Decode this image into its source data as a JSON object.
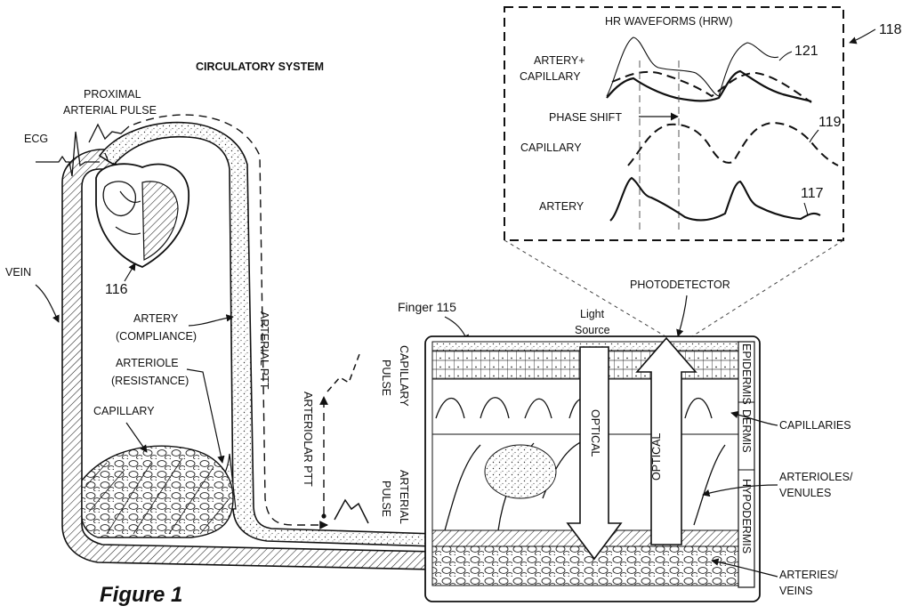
{
  "title": "CIRCULATORY SYSTEM",
  "figure_label": "Figure 1",
  "ref_116": "116",
  "ref_117": "117",
  "ref_118": "118",
  "ref_119": "119",
  "ref_121": "121",
  "left_labels": {
    "ecg": "ECG",
    "proximal_1": "PROXIMAL",
    "proximal_2": "ARTERIAL PULSE",
    "vein": "VEIN",
    "artery_1": "ARTERY",
    "artery_2": "(COMPLIANCE)",
    "arteriole_1": "ARTERIOLE",
    "arteriole_2": "(RESISTANCE)",
    "capillary": "CAPILLARY"
  },
  "ptt": {
    "arterial_ptt": "ARTERIAL PTT",
    "arteriolar_ptt": "ARTERIOLAR PTT",
    "capillary_pulse_1": "CAPILLARY",
    "capillary_pulse_2": "PULSE",
    "arterial_pulse_1": "ARTERIAL",
    "arterial_pulse_2": "PULSE"
  },
  "waveforms": {
    "title": "HR WAVEFORMS (HRW)",
    "combined_1": "ARTERY+",
    "combined_2": "CAPILLARY",
    "phase_shift": "PHASE SHIFT",
    "capillary": "CAPILLARY",
    "artery": "ARTERY"
  },
  "finger": {
    "label": "Finger 115",
    "photodetector": "PHOTODETECTOR",
    "light_1": "Light",
    "light_2": "Source",
    "optical_down": "OPTICAL",
    "optical_up": "OPTICAL",
    "layer_epidermis": "EPIDERMIS",
    "layer_dermis": "DERMIS",
    "layer_hypodermis": "HYPODERMIS",
    "capillaries": "CAPILLARIES",
    "arterioles_1": "ARTERIOLES/",
    "arterioles_2": "VENULES",
    "arteries_1": "ARTERIES/",
    "arteries_2": "VEINS"
  }
}
